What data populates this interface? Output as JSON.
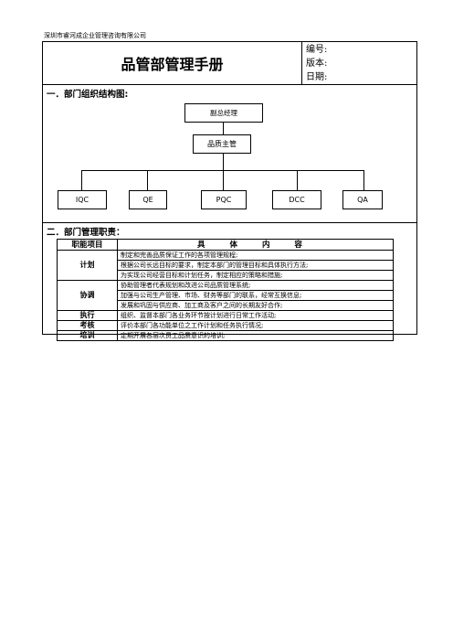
{
  "company": "深圳市睿河成企业管理咨询有限公司",
  "manual_title": "品管部管理手册",
  "meta": {
    "number_label": "编号:",
    "version_label": "版本:",
    "date_label": "日期:"
  },
  "section1": "一．部门组织结构图:",
  "org": {
    "vp": "副总经理",
    "supervisor": "品质主管",
    "units": [
      "IQC",
      "QE",
      "PQC",
      "DCC",
      "QA"
    ]
  },
  "section2": "二．部门管理职责：",
  "duty_table": {
    "headers": [
      "职能项目",
      "具 体 内 容"
    ],
    "groups": [
      {
        "function": "计划",
        "lines": [
          "制定和完善品质保证工作的各项管理规程;",
          "根据公司长远目标的要求，制定本部门的管理目标和具体执行方法;",
          "为实现公司经营目标和计划任务，制定相应的策略和措施;"
        ]
      },
      {
        "function": "协调",
        "lines": [
          "协助管理者代表规划和改进公司品质管理系统;",
          "加强与公司生产管理、市场、财务等部门的联系，经常互换信息;",
          "发展和巩固与供应商、加工商及客户之间的长期友好合作;"
        ]
      },
      {
        "function": "执行",
        "lines": [
          "组织、监督本部门各业务环节按计划进行日常工作活动;"
        ]
      },
      {
        "function": "考核",
        "lines": [
          "评价本部门各功能单位之工作计划和任务执行情况;"
        ]
      },
      {
        "function": "培训",
        "lines": [
          "定期开展各层次员工品质意识的培训;"
        ]
      }
    ]
  }
}
